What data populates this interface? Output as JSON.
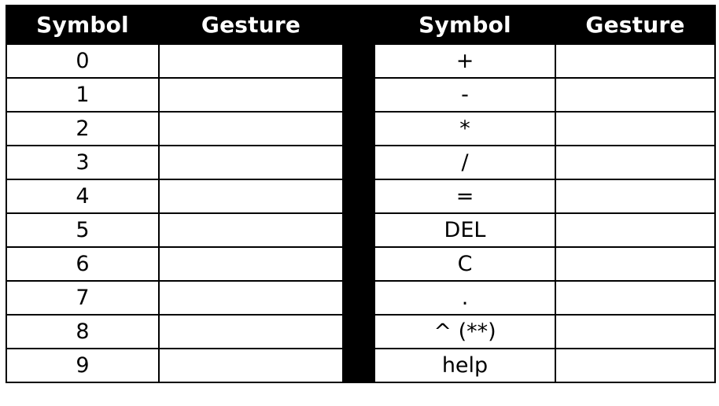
{
  "headers": {
    "left_symbol": "Symbol",
    "left_gesture": "Gesture",
    "right_symbol": "Symbol",
    "right_gesture": "Gesture"
  },
  "rows": [
    {
      "left_symbol": "0",
      "left_gesture": "",
      "right_symbol": "+",
      "right_gesture": ""
    },
    {
      "left_symbol": "1",
      "left_gesture": "",
      "right_symbol": "-",
      "right_gesture": ""
    },
    {
      "left_symbol": "2",
      "left_gesture": "",
      "right_symbol": "*",
      "right_gesture": ""
    },
    {
      "left_symbol": "3",
      "left_gesture": "",
      "right_symbol": "/",
      "right_gesture": ""
    },
    {
      "left_symbol": "4",
      "left_gesture": "",
      "right_symbol": "=",
      "right_gesture": ""
    },
    {
      "left_symbol": "5",
      "left_gesture": "",
      "right_symbol": "DEL",
      "right_gesture": ""
    },
    {
      "left_symbol": "6",
      "left_gesture": "",
      "right_symbol": "C",
      "right_gesture": ""
    },
    {
      "left_symbol": "7",
      "left_gesture": "",
      "right_symbol": ".",
      "right_gesture": ""
    },
    {
      "left_symbol": "8",
      "left_gesture": "",
      "right_symbol": "^ (**)",
      "right_gesture": ""
    },
    {
      "left_symbol": "9",
      "left_gesture": "",
      "right_symbol": "help",
      "right_gesture": ""
    }
  ],
  "colors": {
    "header_background": "#000000",
    "header_text": "#ffffff",
    "cell_background": "#ffffff",
    "border": "#000000"
  }
}
